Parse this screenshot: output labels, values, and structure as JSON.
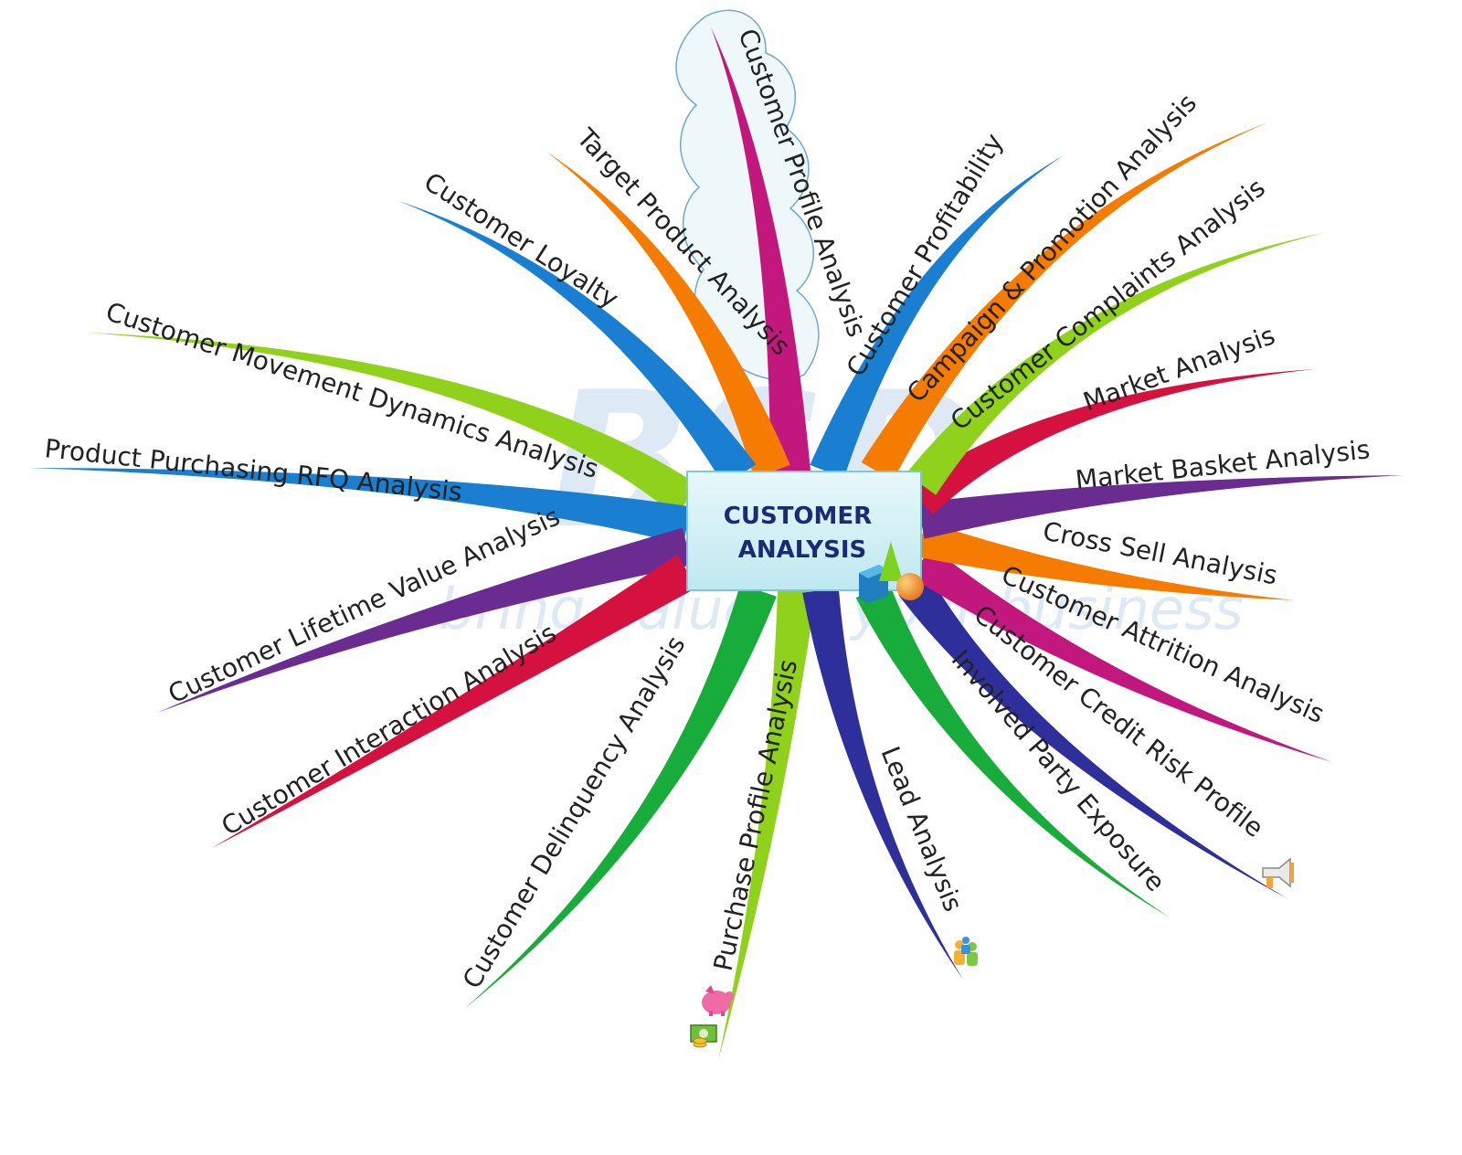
{
  "central_topic": {
    "line1": "CUSTOMER",
    "line2": "ANALYSIS"
  },
  "watermark": {
    "tagline": "bring value to your business"
  },
  "branches": [
    {
      "id": "customer-profile-analysis",
      "label": "Customer Profile Analysis",
      "color": "#c2187e",
      "highlighted": true
    },
    {
      "id": "target-product-analysis",
      "label": "Target Product Analysis",
      "color": "#f57c00"
    },
    {
      "id": "customer-loyalty",
      "label": "Customer Loyalty",
      "color": "#1a7fd0"
    },
    {
      "id": "customer-movement-dynamics-analysis",
      "label": "Customer Movement Dynamics Analysis",
      "color": "#8fd11b"
    },
    {
      "id": "product-purchasing-rfq-analysis",
      "label": "Product Purchasing RFQ Analysis",
      "color": "#1a7fd0"
    },
    {
      "id": "customer-lifetime-value-analysis",
      "label": "Customer Lifetime Value Analysis",
      "color": "#6a2c91"
    },
    {
      "id": "customer-interaction-analysis",
      "label": "Customer Interaction Analysis",
      "color": "#d5123f"
    },
    {
      "id": "customer-delinquency-analysis",
      "label": "Customer Delinquency Analysis",
      "color": "#18ad3a"
    },
    {
      "id": "purchase-profile-analysis",
      "label": "Purchase Profile Analysis",
      "color": "#8fd11b",
      "icons": [
        "piggy-bank-icon",
        "money-icon"
      ]
    },
    {
      "id": "lead-analysis",
      "label": "Lead Analysis",
      "color": "#2e2f9a",
      "icons": [
        "people-icon"
      ]
    },
    {
      "id": "involved-party-exposure",
      "label": "Involved Party Exposure",
      "color": "#18ad3a"
    },
    {
      "id": "customer-credit-risk-profile",
      "label": "Customer Credit Risk Profile",
      "color": "#2e2f9a",
      "icons": [
        "megaphone-icon"
      ]
    },
    {
      "id": "customer-attrition-analysis",
      "label": "Customer Attrition Analysis",
      "color": "#c2187e"
    },
    {
      "id": "cross-sell-analysis",
      "label": "Cross Sell Analysis",
      "color": "#f57c00"
    },
    {
      "id": "market-basket-analysis",
      "label": "Market Basket Analysis",
      "color": "#6a2c91"
    },
    {
      "id": "market-analysis",
      "label": "Market Analysis",
      "color": "#d5123f"
    },
    {
      "id": "customer-complaints-analysis",
      "label": "Customer Complaints Analysis",
      "color": "#8fd11b"
    },
    {
      "id": "campaign-promotion-analysis",
      "label": "Campaign & Promotion Analysis",
      "color": "#f57c00"
    },
    {
      "id": "customer-profitability",
      "label": "Customer Profitability",
      "color": "#1a7fd0"
    }
  ],
  "colors": {
    "central_fill": "#d6f2f7",
    "central_border": "#7fc6d6",
    "center_text": "#1c2a73",
    "cloud_fill": "#eef8fb",
    "cloud_stroke": "#6fa9cf",
    "watermark": "#c7dced"
  }
}
